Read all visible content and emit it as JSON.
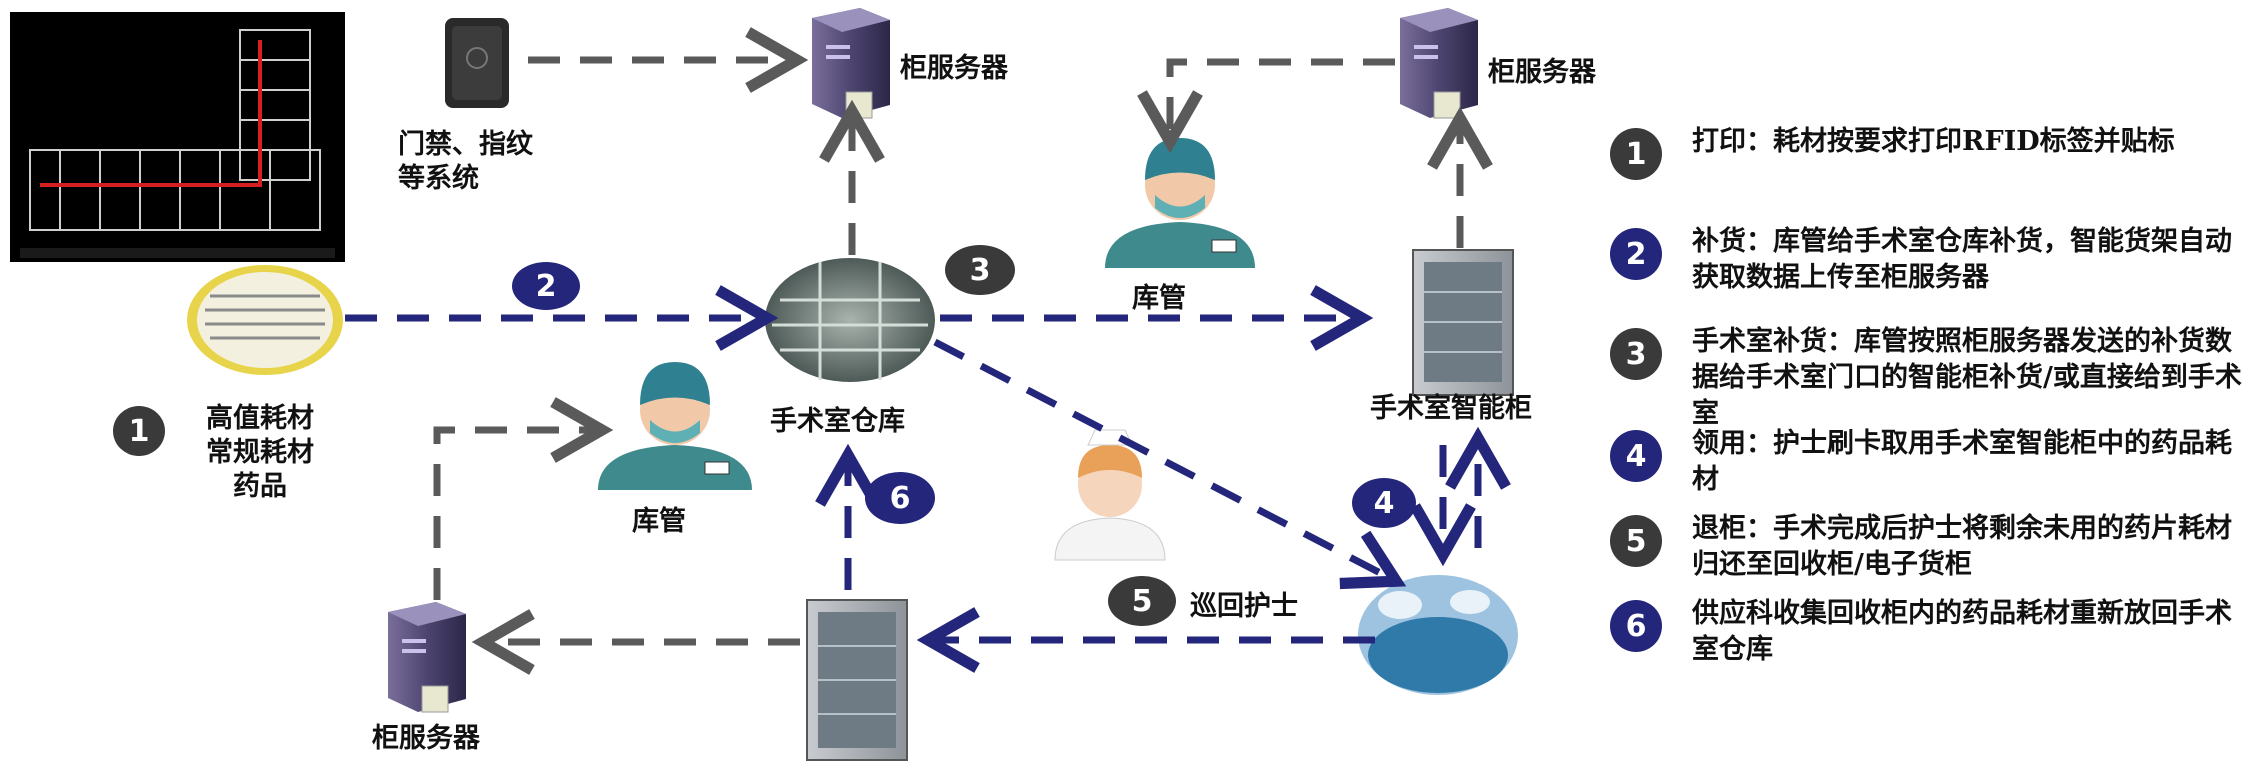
{
  "diagram": {
    "labels": {
      "access_system": [
        "门禁、指纹",
        "等系统"
      ],
      "cabinet_server": "柜服务器",
      "keeper": "库管",
      "consumables": [
        "高值耗材",
        "常规耗材",
        "药品"
      ],
      "or_warehouse": "手术室仓库",
      "or_smart_cabinet": "手术室智能柜",
      "circulating_nurse": "巡回护士"
    },
    "badges": {
      "b1": "1",
      "b2": "2",
      "b3": "3",
      "b4": "4",
      "b5": "5",
      "b6": "6"
    },
    "colors": {
      "dark_arrow": "#5a5a5a",
      "navy_arrow": "#23267a",
      "badge_dark": "#3a3a3a",
      "badge_navy": "#23267a"
    }
  },
  "legend": [
    {
      "num": "1",
      "text": "打印：耗材按要求打印RFID标签并贴标",
      "style": "dark"
    },
    {
      "num": "2",
      "text": "补货：库管给手术室仓库补货，智能货架自动获取数据上传至柜服务器",
      "style": "navy"
    },
    {
      "num": "3",
      "text": "手术室补货：库管按照柜服务器发送的补货数据给手术室门口的智能柜补货/或直接给到手术室",
      "style": "dark"
    },
    {
      "num": "4",
      "text": "领用：护士刷卡取用手术室智能柜中的药品耗材",
      "style": "navy"
    },
    {
      "num": "5",
      "text": "退柜：手术完成后护士将剩余未用的药片耗材归还至回收柜/电子货柜",
      "style": "dark"
    },
    {
      "num": "6",
      "text": "供应科收集回收柜内的药品耗材重新放回手术室仓库",
      "style": "navy"
    }
  ]
}
